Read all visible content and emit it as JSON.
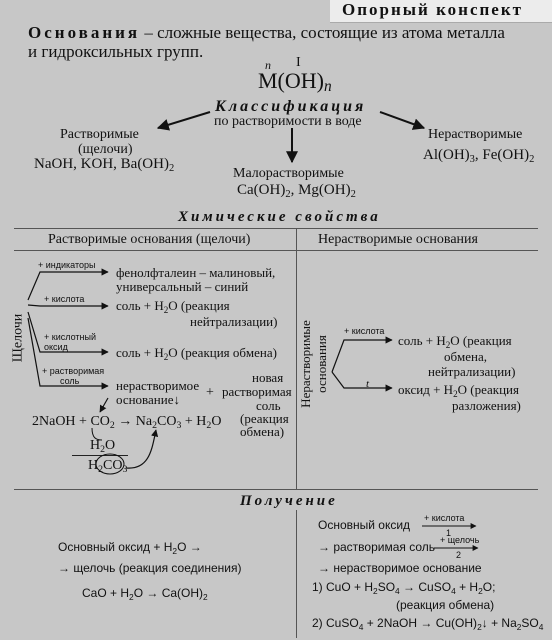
{
  "header": {
    "title": "Опорный конспект"
  },
  "definition": {
    "term": "Основания",
    "line1_rest": " – сложные вещества, состоящие из атома  металла",
    "line2": "и гидроксильных групп."
  },
  "formula": {
    "valence_n": "n",
    "valence_i": "I",
    "main": "M(OH)",
    "index": "n"
  },
  "classification": {
    "title": "Классификация",
    "subtitle": "по растворимости в воде",
    "soluble": {
      "line1": "Растворимые",
      "line2": "(щелочи)",
      "examples": "NaOH, KOH, Ba(OH)",
      "examples_sub": "2"
    },
    "insoluble": {
      "line1": "Нерастворимые",
      "examples": "Al(OH)",
      "sub1": "3",
      "sep": ", Fe(OH)",
      "sub2": "2"
    },
    "slightly": {
      "line1": "Малорастворимые",
      "examples": "Ca(OH)",
      "sub1": "2",
      "sep": ", Mg(OH)",
      "sub2": "2"
    }
  },
  "chem_props": {
    "title": "Химические  свойства",
    "col_left": "Растворимые  основания (щелочи)",
    "col_right": "Нерастворимые  основания",
    "alkali_label": "Щелочи",
    "left": {
      "b1_label": "+ индикаторы",
      "b1_line1": "фенолфталеин – малиновый,",
      "b1_line2": "универсальный – синий",
      "b2_label": "+ кислота",
      "b2_pre": "соль + H",
      "b2_sub": "2",
      "b2_post": "O (реакция",
      "b2_line2": "нейтрализации)",
      "b3_label1": "+ кислотный",
      "b3_label2": "оксид",
      "b3_pre": "соль + H",
      "b3_sub": "2",
      "b3_post": "O  (реакция обмена)",
      "b4_label1": "+ растворимая",
      "b4_label2": "соль",
      "b4_a1": "нерастворимое",
      "b4_a2": "основание↓",
      "b4_plus": "+",
      "b4_b1": "новая",
      "b4_b2": "растворимая",
      "b4_b3": "соль",
      "b4_b4": "(реакция",
      "b4_b5": "обмена)",
      "eq1": "2NaOH + CO",
      "eq1_sub1": "2",
      "eq1_mid": " → Na",
      "eq1_sub2": "2",
      "eq1_mid2": "CO",
      "eq1_sub3": "3",
      "eq1_end": " + H",
      "eq1_sub4": "2",
      "eq1_end2": "O",
      "frac_top": "H",
      "frac_top_sub": "2",
      "frac_top_end": "O",
      "frac_bot": "H",
      "frac_bot_sub": "2",
      "frac_bot_mid": "CO",
      "frac_bot_sub2": "3"
    },
    "right": {
      "vert_line1": "Нерастворимые",
      "vert_line2": "основания",
      "r1_label": "+ кислота",
      "r1_pre": "соль + H",
      "r1_sub": "2",
      "r1_post": "O (реакция",
      "r1_line2": "обмена,",
      "r1_line3": "нейтрализации)",
      "r2_label": "t",
      "r2_pre": "оксид + H",
      "r2_sub": "2",
      "r2_post": "O (реакция",
      "r2_line2": "разложения)"
    }
  },
  "obtaining": {
    "title": "Получение",
    "left_line1_pre": "Основный оксид + H",
    "left_line1_sub": "2",
    "left_line1_post": "O →",
    "left_line2": "→ щелочь (реакция соединения)",
    "left_eq_pre": "CaO + H",
    "left_eq_sub": "2",
    "left_eq_mid": "O → Ca(OH)",
    "left_eq_sub2": "2",
    "right_line1": "Основный оксид",
    "right_arrow1_top": "+ кислота",
    "right_arrow1_bot": "1",
    "right_line2": "→ растворимая соль",
    "right_arrow2_top": "+ щелочь",
    "right_arrow2_bot": "2",
    "right_line3": "→ нерастворимое основание",
    "eq1_pre": "1)  CuO + H",
    "eq1_sub1": "2",
    "eq1_mid": "SO",
    "eq1_sub2": "4",
    "eq1_mid2": " → CuSO",
    "eq1_sub3": "4",
    "eq1_mid3": " + H",
    "eq1_sub4": "2",
    "eq1_end": "O;",
    "eq1_note": "(реакция обмена)",
    "eq2_pre": "2)  CuSO",
    "eq2_sub1": "4",
    "eq2_mid": " + 2NaOH → Cu(OH)",
    "eq2_sub2": "2",
    "eq2_mid2": "↓ + Na",
    "eq2_sub3": "2",
    "eq2_mid3": "SO",
    "eq2_sub4": "4"
  }
}
